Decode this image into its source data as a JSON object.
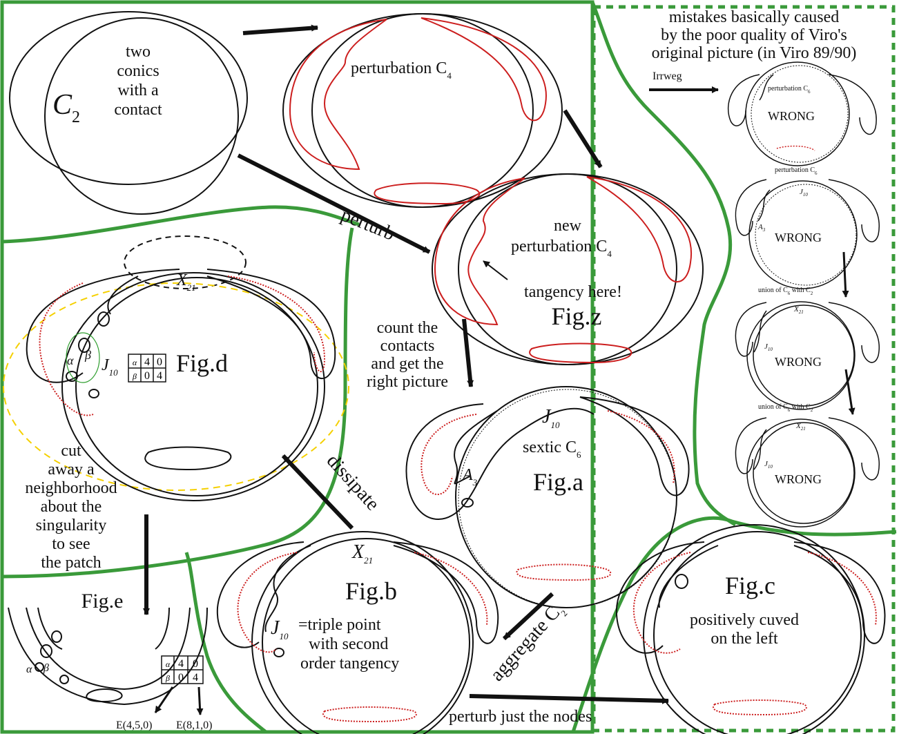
{
  "colors": {
    "green": "#3a9a3a",
    "red": "#cc1e1e",
    "yellow": "#f5d000",
    "ink": "#111111",
    "patch_green": "#2e9e2e"
  },
  "labels": {
    "top_conics": [
      "two",
      "conics",
      "with a",
      "contact"
    ],
    "c2": "C",
    "c2_sub": "2",
    "pert_c4": "perturbation C",
    "pert_c4_sub": "4",
    "new_pert": [
      "new",
      "perturbation C"
    ],
    "new_pert_sub": "4",
    "tangency": "tangency here!",
    "figz": "Fig.z",
    "perturb": "perturb",
    "count": [
      "count the",
      "contacts",
      "and get the",
      "right picture"
    ],
    "j10_top": "J",
    "j10_sub": "10",
    "sextic": "sextic C",
    "sextic_sub": "6",
    "figa": "Fig.a",
    "a3": "A",
    "a3_sub": "3",
    "x21": "X",
    "x21_sub": "21",
    "figd": "Fig.d",
    "alpha": "α",
    "beta": "β",
    "table_d": [
      [
        "α",
        "4",
        "0"
      ],
      [
        "β",
        "0",
        "4"
      ]
    ],
    "cut": [
      "cut",
      "away a",
      "neighborhood",
      "about the",
      "singularity",
      "to see",
      "the patch"
    ],
    "dissipate": "dissipate",
    "figb": "Fig.b",
    "triple": [
      "=triple point",
      "with second",
      "order tangency"
    ],
    "aggregate": "aggregate C",
    "aggregate_sub": "2",
    "figc": "Fig.c",
    "pos": [
      "positively cuved",
      "on the left"
    ],
    "perturb_nodes": "perturb just the nodes",
    "fige": "Fig.e",
    "e1": "E(4,5,0)",
    "e2": "E(8,1,0)",
    "mistakes": [
      "mistakes basically caused",
      "by the poor quality of Viro's",
      "original picture (in Viro 89/90)"
    ],
    "irrweg": "Irrweg",
    "wrong": "WRONG",
    "pert_c6": "perturbation C",
    "pert_c6_sub": "6",
    "union": "union of  C",
    "union_sub": "6",
    "union_with": " with C",
    "union_with_sub": "2"
  }
}
